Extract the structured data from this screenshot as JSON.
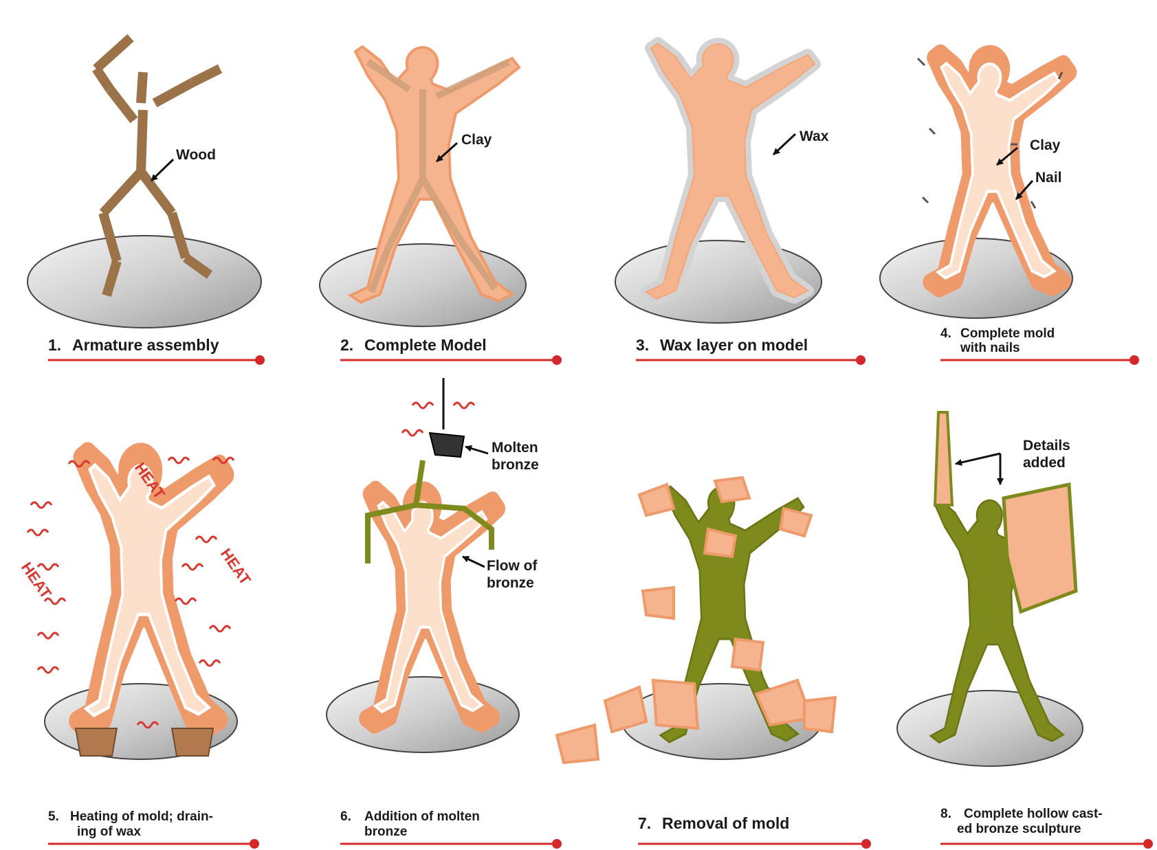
{
  "steps": [
    {
      "num": "1.",
      "line1": "Armature assembly",
      "line2": ""
    },
    {
      "num": "2.",
      "line1": "Complete Model",
      "line2": ""
    },
    {
      "num": "3.",
      "line1": "Wax layer on model",
      "line2": ""
    },
    {
      "num": "4.",
      "line1": "Complete mold",
      "line2": "with nails"
    },
    {
      "num": "5.",
      "line1": "Heating of mold; drain-",
      "line2": "ing of wax"
    },
    {
      "num": "6.",
      "line1": "Addition of molten",
      "line2": "bronze"
    },
    {
      "num": "7.",
      "line1": "Removal of mold",
      "line2": ""
    },
    {
      "num": "8.",
      "line1": "Complete hollow cast-",
      "line2": "ed bronze sculpture"
    }
  ],
  "labels": {
    "wood": "Wood",
    "clay2": "Clay",
    "wax": "Wax",
    "clay4": "Clay",
    "nail": "Nail",
    "heat": "HEAT",
    "molten_1": "Molten",
    "molten_2": "bronze",
    "flow_1": "Flow of",
    "flow_2": "bronze",
    "details_1": "Details",
    "details_2": "added"
  },
  "colors": {
    "wood": "#9c7248",
    "clay": "#f5b48e",
    "clay_outline": "#ee9a6a",
    "skin_light": "#fde0cc",
    "wax": "#d3d3d3",
    "bronze": "#7f8a1c",
    "heat": "#d9362f",
    "caption_line": "#d62828",
    "base": "#c9c9c9"
  }
}
